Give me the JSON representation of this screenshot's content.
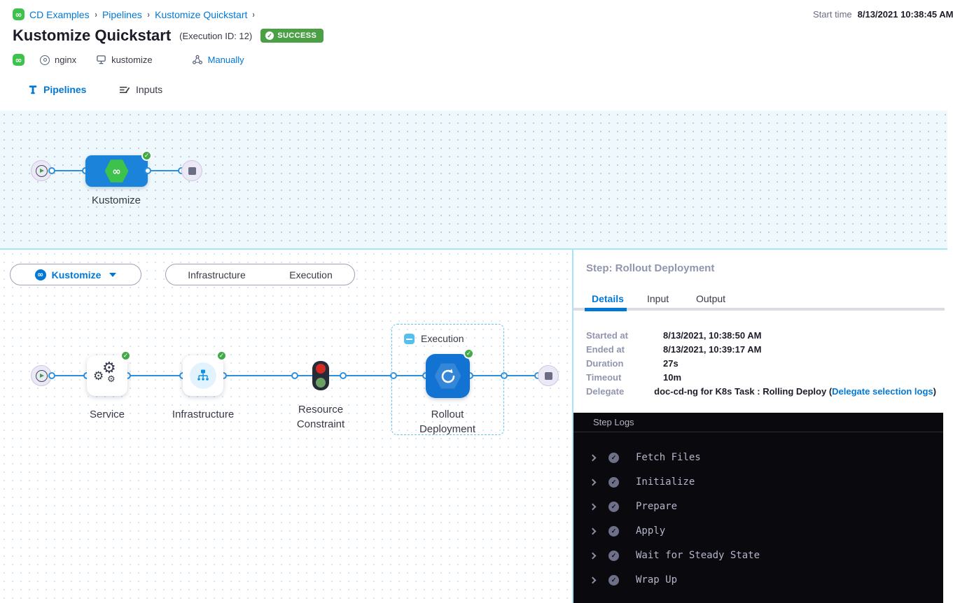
{
  "header": {
    "breadcrumb": [
      "CD Examples",
      "Pipelines",
      "Kustomize Quickstart"
    ],
    "title": "Kustomize Quickstart",
    "execution_id": "(Execution ID: 12)",
    "status_badge": "SUCCESS",
    "start_time_label": "Start time",
    "start_time_value": "8/13/2021 10:38:45 AM",
    "meta": {
      "service": "nginx",
      "environment": "kustomize",
      "trigger": "Manually"
    }
  },
  "tabs": {
    "pipelines": "Pipelines",
    "inputs": "Inputs"
  },
  "top_graph": {
    "stage_label": "Kustomize"
  },
  "stage_canvas": {
    "stage_selector": "Kustomize",
    "toggle": [
      "Infrastructure",
      "Execution"
    ],
    "execution_group_label": "Execution",
    "nodes": {
      "service": "Service",
      "infrastructure": "Infrastructure",
      "resource_constraint": "Resource Constraint",
      "rollout": "Rollout Deployment"
    }
  },
  "details_panel": {
    "title": "Step: Rollout Deployment",
    "tabs": [
      "Details",
      "Input",
      "Output"
    ],
    "fields": [
      {
        "label": "Started at",
        "value": "8/13/2021, 10:38:50 AM"
      },
      {
        "label": "Ended at",
        "value": "8/13/2021, 10:39:17 AM"
      },
      {
        "label": "Duration",
        "value": "27s"
      },
      {
        "label": "Timeout",
        "value": "10m"
      }
    ],
    "delegate": {
      "label": "Delegate",
      "prefix": "doc-cd-ng for K8s Task : Rolling Deploy (",
      "link": "Delegate selection logs",
      "suffix": ")"
    }
  },
  "step_logs": {
    "title": "Step Logs",
    "entries": [
      "Fetch Files",
      "Initialize",
      "Prepare",
      "Apply",
      "Wait for Steady State",
      "Wrap Up"
    ],
    "infinity_glyph": "∞"
  },
  "colors": {
    "accent_blue": "#0278d5",
    "success_green": "#4ba046",
    "harness_green": "#3ec24b",
    "node_blue": "#1b83da",
    "console_bg": "#0a0a0e",
    "canvas_tint": "#eff9fd",
    "divider_cyan": "#a7e4f8"
  }
}
